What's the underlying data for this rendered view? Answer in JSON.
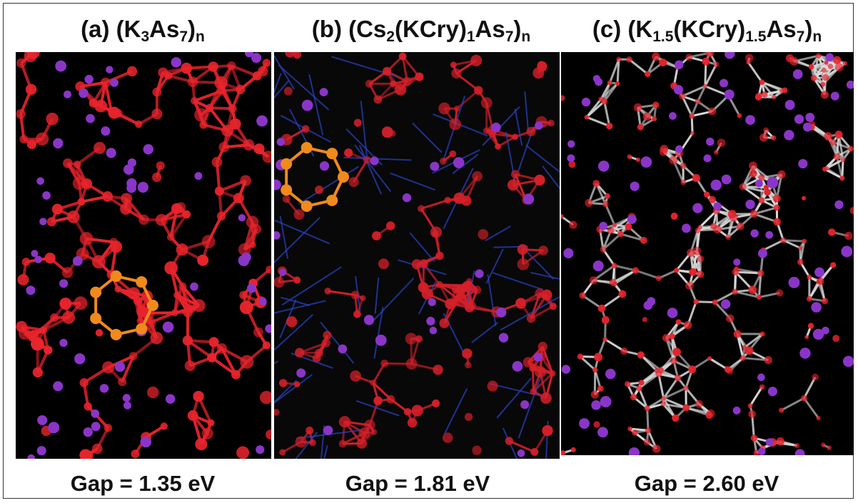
{
  "figure": {
    "panels": [
      {
        "id": "a",
        "title_prefix": "(a) (K",
        "title_parts": [
          "3",
          "As",
          "7",
          ")",
          "n"
        ],
        "gap_text": "Gap = 1.35 eV",
        "background": "#000000",
        "bond_color": "#e8242c",
        "highlight_color": "#f08a1c",
        "cation_color": "#8a35c8"
      },
      {
        "id": "b",
        "title_prefix": "(b) (Cs",
        "title_parts": [
          "2",
          "(KCry)",
          "1",
          "As",
          "7",
          ")",
          "n"
        ],
        "gap_text": "Gap = 1.81 eV",
        "background": "#080808",
        "bond_color": "#d6202a",
        "network_color": "#2a44c8",
        "highlight_color": "#f08a1c",
        "cation_color": "#8a35c8"
      },
      {
        "id": "c",
        "title_prefix": "(c) (K",
        "title_parts": [
          "1.5",
          "(KCry)",
          "1.5",
          "As",
          "7",
          ")",
          "n"
        ],
        "gap_text": "Gap = 2.60 eV",
        "background": "#000000",
        "bond_color": "#d9d9d9",
        "atom_color": "#e3222b",
        "cation_color": "#8a35c8"
      }
    ]
  }
}
